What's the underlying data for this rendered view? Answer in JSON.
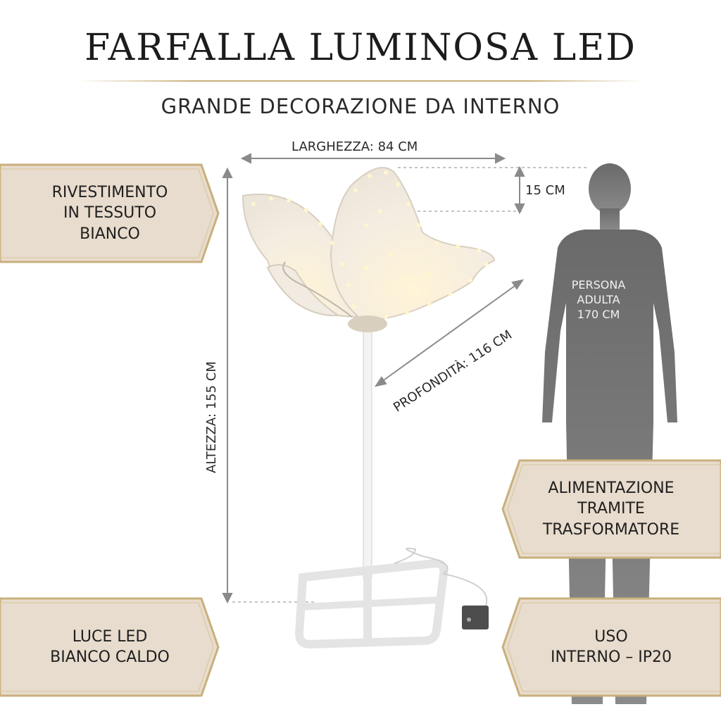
{
  "header": {
    "title": "FARFALLA LUMINOSA LED",
    "subtitle": "GRANDE DECORAZIONE DA INTERNO"
  },
  "features": {
    "fabric": "RIVESTIMENTO\nIN TESSUTO\nBIANCO",
    "light": "LUCE LED\nBIANCO CALDO",
    "power": "ALIMENTAZIONE\nTRAMITE\nTRASFORMATORE",
    "usage": "USO\nINTERNO – IP20"
  },
  "dimensions": {
    "width": "LARGHEZZA: 84 CM",
    "wing_offset": "15 CM",
    "height": "ALTEZZA: 155 CM",
    "depth": "PROFONDITÀ: 116 CM"
  },
  "person": {
    "label": "PERSONA\nADULTA\n170 CM"
  },
  "colors": {
    "gold_border": "#c9b07c",
    "badge_fill": "#e7dccd",
    "silhouette": "#737373"
  }
}
